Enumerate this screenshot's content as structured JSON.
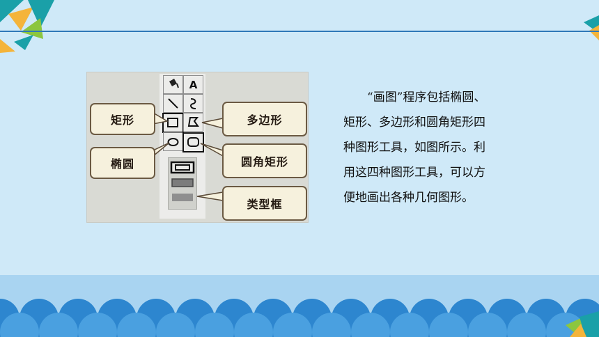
{
  "labels": {
    "rectangle": "矩形",
    "polygon": "多边形",
    "ellipse": "椭圆",
    "rounded_rectangle": "圆角矩形",
    "type_box": "类型框"
  },
  "toolbox": {
    "text_tool_glyph": "A"
  },
  "caption": {
    "lines": [
      "“画图”程序包括椭圆、",
      "矩形、多边形和圆角矩形四",
      "种图形工具，如图所示。利",
      "用这四种图形工具，可以方",
      "便地画出各种几何图形。"
    ]
  },
  "colors": {
    "background": "#cfe9f8",
    "accent_blue": "#2f78b8",
    "wave_blue": "#2d86cf",
    "callout_fill": "#f6f1dd",
    "deco_teal": "#1aa0a8",
    "deco_yellow": "#f4b43a",
    "deco_green": "#8cc63f"
  }
}
